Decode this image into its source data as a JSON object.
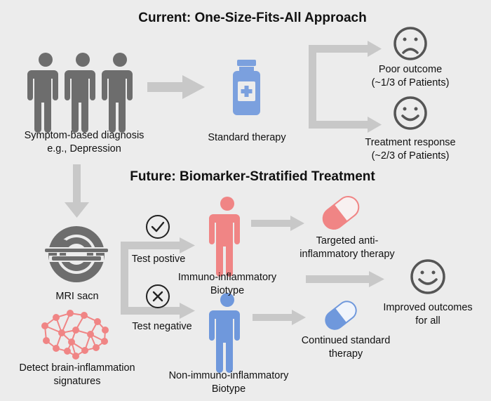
{
  "sections": {
    "current_title": "Current: One-Size-Fits-All Approach",
    "future_title": "Future: Biomarker-Stratified Treatment"
  },
  "current": {
    "diagnosis_line1": "Symptom-based diagnosis",
    "diagnosis_line2": "e.g., Depression",
    "therapy": "Standard therapy",
    "poor_line1": "Poor outcome",
    "poor_line2": "(~1/3 of Patients)",
    "response_line1": "Treatment response",
    "response_line2": "(~2/3 of Patients)"
  },
  "future": {
    "mri": "MRI sacn",
    "detect_line1": "Detect brain-inflammation",
    "detect_line2": "signatures",
    "test_positive": "Test postive",
    "test_negative": "Test negative",
    "immuno_line1": "Immuno-inflammatory",
    "immuno_line2": "Biotype",
    "non_immuno_line1": "Non-immuno-inflammatory",
    "non_immuno_line2": "Biotype",
    "targeted_line1": "Targeted anti-",
    "targeted_line2": "inflammatory therapy",
    "continued_line1": "Continued standard",
    "continued_line2": "therapy",
    "improved_line1": "Improved outcomes",
    "improved_line2": "for all"
  },
  "colors": {
    "background": "#ececec",
    "arrow": "#c8c8c8",
    "person_gray": "#6d6d6d",
    "person_red": "#f08585",
    "person_blue": "#6f98dc",
    "bottle_blue": "#7ba0de",
    "pill_red": "#f08585",
    "pill_blue": "#6f98dc",
    "brain_network": "#f08585",
    "mri": "#6d6d6d",
    "face_stroke": "#555555"
  },
  "icons": [
    "person-icon",
    "medicine-bottle-icon",
    "sad-face-icon",
    "smiley-face-icon",
    "mri-scanner-icon",
    "brain-network-icon",
    "checkmark-circle-icon",
    "x-circle-icon",
    "capsule-pill-icon"
  ]
}
